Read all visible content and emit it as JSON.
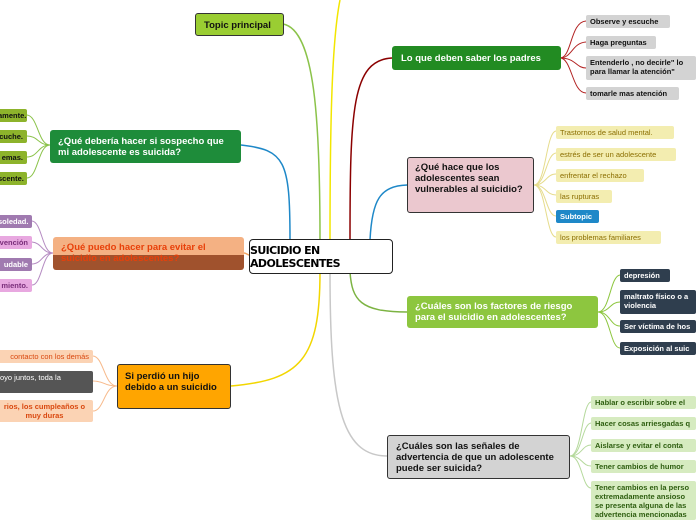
{
  "central": "SUICIDIO EN ADOLESCENTES",
  "colors": {
    "topic_principal": "#9ACD32",
    "padres": "#228B22",
    "que_hace": "#EBC8CF",
    "factores": "#8DC63F",
    "senales": "#D3D3D3",
    "sospecho": "#1E8C3A",
    "evitar": "#F4B183",
    "perdio": "#FFA500"
  },
  "topic_principal": "Topic principal",
  "padres": {
    "title": "Lo que deben saber los padres",
    "items": [
      "Observe y escuche",
      "Haga preguntas",
      "Entenderlo , no decirle\" lo para llamar la atención\"",
      "tomarle mas atención"
    ]
  },
  "que_hace": {
    "title": "¿Qué hace que los adolescentes sean vulnerables al suicidio?",
    "items": [
      "Trastornos de salud mental.",
      "estrés de ser un adolescente",
      "enfrentar el rechazo",
      "las rupturas",
      "Subtopic",
      "los problemas familiares"
    ]
  },
  "factores": {
    "title": "¿Cuáles son los factores de riesgo para el suicidio en adolescentes?",
    "items": [
      "depresión",
      "maltrato físico o a violencia",
      "Ser víctima de hos",
      "Exposición al suic"
    ]
  },
  "senales": {
    "title": "¿Cuáles son las señales de advertencia de que un adolescente puede ser suicida?",
    "items": [
      "Hablar o escribir sobre el",
      "Hacer cosas arriesgadas q",
      "Aislarse y evitar el conta",
      "Tener cambios de humor",
      "Tener cambios en la perso extremadamente ansioso se presenta alguna de las advertencia mencionadas"
    ]
  },
  "sospecho": {
    "title": "¿Qué debería hacer si sospecho que mi adolescente es suicida?",
    "items": [
      "amente.",
      "cuche.",
      "emas.",
      "scente."
    ]
  },
  "evitar": {
    "title": "¿Qué puedo hacer para evitar el suicidio en adolescentes?",
    "items": [
      "soledad.",
      "vención",
      "udable",
      "miento."
    ]
  },
  "perdio": {
    "title": "Si perdió un hijo debido a un suicidio",
    "items": [
      "contacto con los demás",
      "oyo juntos, toda la",
      "rios, los cumpleaños o muy duras"
    ]
  }
}
